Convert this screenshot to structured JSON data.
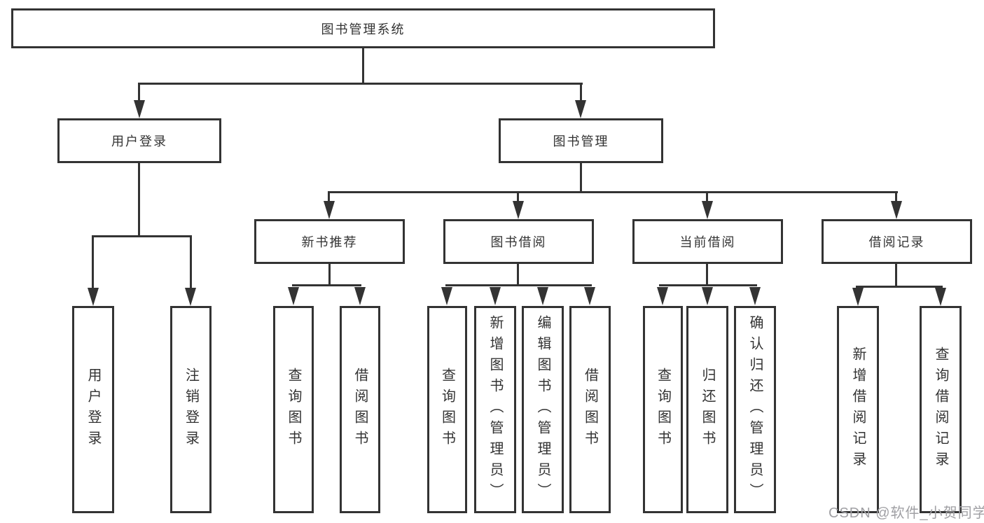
{
  "title": "图书管理系统",
  "watermark": "CSDN @软件_小贺同学",
  "colors": {
    "line": "#333333",
    "text": "#333333",
    "box_background": "#ffffff",
    "watermark": "#a0a0a4"
  },
  "tree": {
    "label": "图书管理系统",
    "children": [
      {
        "label": "用户登录",
        "children": [
          {
            "label": "用户登录"
          },
          {
            "label": "注销登录"
          }
        ]
      },
      {
        "label": "图书管理",
        "children": [
          {
            "label": "新书推荐",
            "children": [
              {
                "label": "查询图书"
              },
              {
                "label": "借阅图书"
              }
            ]
          },
          {
            "label": "图书借阅",
            "children": [
              {
                "label": "查询图书"
              },
              {
                "label": "新增图书（管理员）"
              },
              {
                "label": "编辑图书（管理员）"
              },
              {
                "label": "借阅图书"
              }
            ]
          },
          {
            "label": "当前借阅",
            "children": [
              {
                "label": "查询图书"
              },
              {
                "label": "归还图书"
              },
              {
                "label": "确认归还（管理员）"
              }
            ]
          },
          {
            "label": "借阅记录",
            "children": [
              {
                "label": "新增借阅记录"
              },
              {
                "label": "查询借阅记录"
              }
            ]
          }
        ]
      }
    ]
  }
}
